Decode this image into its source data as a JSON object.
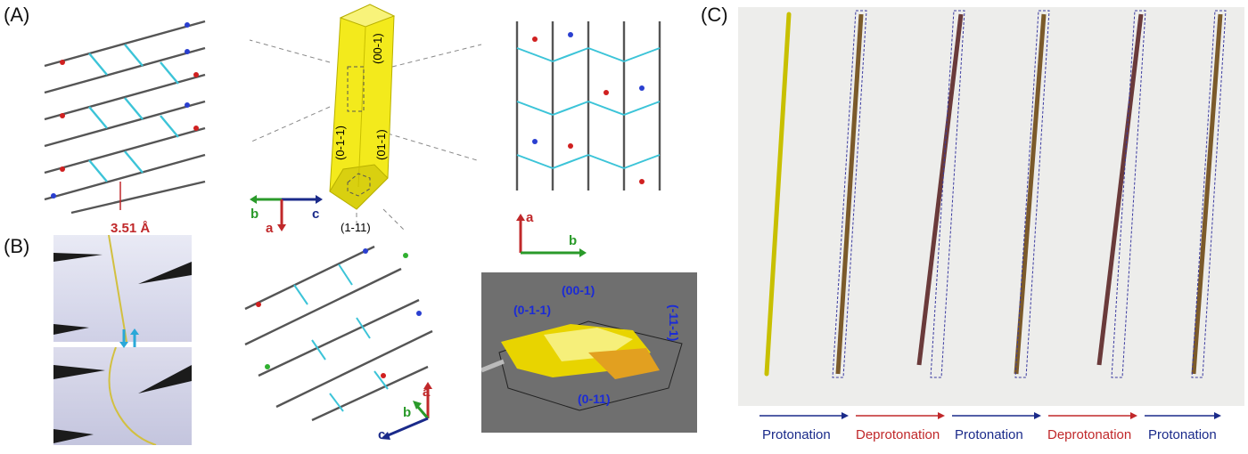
{
  "panels": {
    "a": "(A)",
    "b": "(B)",
    "c": "(C)"
  },
  "distance": "3.51 Å",
  "crystal_facets": [
    "(00-1)",
    "(0-1-1)",
    "(01-1)",
    "(1-11)"
  ],
  "photo_facets": [
    "(00-1)",
    "(0-1-1)",
    "(-11-1)",
    "(0-11)"
  ],
  "axes": {
    "center": {
      "b": "b",
      "c": "c",
      "a": "a"
    },
    "right": {
      "a": "a",
      "b": "b"
    },
    "bottom": {
      "a": "a",
      "b": "b",
      "c": "c"
    }
  },
  "steps": [
    {
      "label": "Protonation",
      "color": "#1a2a8a"
    },
    {
      "label": "Deprotonation",
      "color": "#c0282a"
    },
    {
      "label": "Protonation",
      "color": "#1a2a8a"
    },
    {
      "label": "Deprotonation",
      "color": "#c0282a"
    },
    {
      "label": "Protonation",
      "color": "#1a2a8a"
    }
  ]
}
